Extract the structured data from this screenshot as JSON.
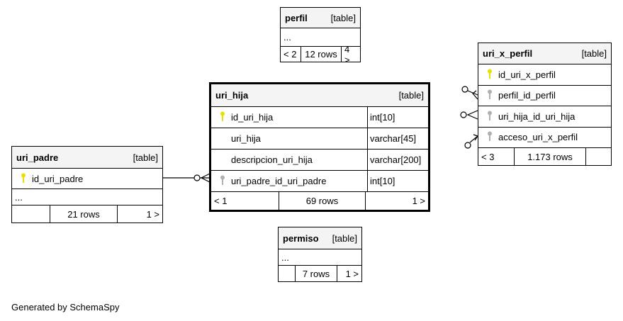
{
  "tables": [
    {
      "name": "perfil",
      "kind": "[table]",
      "columns": [],
      "ellipsis": "...",
      "footer": [
        "< 2",
        "12 rows",
        "4 >"
      ]
    },
    {
      "name": "uri_x_perfil",
      "kind": "[table]",
      "columns": [
        {
          "name": "id_uri_x_perfil",
          "key": "primary"
        },
        {
          "name": "perfil_id_perfil",
          "key": "foreign"
        },
        {
          "name": "uri_hija_id_uri_hija",
          "key": "foreign"
        },
        {
          "name": "acceso_uri_x_perfil",
          "key": "foreign"
        }
      ],
      "footer": [
        "< 3",
        "1.173 rows",
        ""
      ]
    },
    {
      "name": "uri_hija",
      "kind": "[table]",
      "columns": [
        {
          "name": "id_uri_hija",
          "type": "int[10]",
          "key": "primary"
        },
        {
          "name": "uri_hija",
          "type": "varchar[45]",
          "key": ""
        },
        {
          "name": "descripcion_uri_hija",
          "type": "varchar[200]",
          "key": ""
        },
        {
          "name": "uri_padre_id_uri_padre",
          "type": "int[10]",
          "key": "foreign"
        }
      ],
      "footer": [
        "< 1",
        "69 rows",
        "1 >"
      ]
    },
    {
      "name": "uri_padre",
      "kind": "[table]",
      "columns": [
        {
          "name": "id_uri_padre",
          "key": "primary"
        }
      ],
      "ellipsis": "...",
      "footer": [
        "",
        "21 rows",
        "1 >"
      ]
    },
    {
      "name": "permiso",
      "kind": "[table]",
      "columns": [],
      "ellipsis": "...",
      "footer": [
        "",
        "7 rows",
        "1 >"
      ]
    }
  ],
  "footer_text": "Generated by SchemaSpy",
  "colors": {
    "primary_key": "#e8e000",
    "foreign_key": "#b0b0b0"
  }
}
